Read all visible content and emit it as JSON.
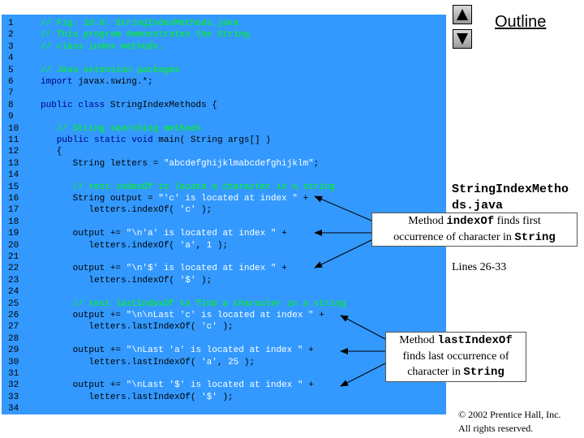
{
  "slide": {
    "outline_label": "Outline",
    "filename": "StringIndexMetho\nds.java",
    "lines_label": "Lines 26-33",
    "copyright_line1": "© 2002 Prentice Hall, Inc.",
    "copyright_line2": "All rights reserved."
  },
  "callouts": {
    "index_of": {
      "prefix": "Method ",
      "method": "indexOf",
      "suffix": " finds first",
      "line2": "occurrence of character in ",
      "mono2": "String"
    },
    "last_index_of": {
      "prefix": "Method ",
      "method": "lastIndexOf",
      "line2": "finds last occurrence of",
      "line3": "character in ",
      "mono3": "String"
    }
  },
  "nav": {
    "up_icon": "triangle-up-icon",
    "down_icon": "triangle-down-icon"
  },
  "colors": {
    "panel": "#3399ff",
    "comment": "#00ff00",
    "keyword": "#000080",
    "string": "#ffffff",
    "text": "#000000"
  },
  "code": [
    {
      "n": "1",
      "parts": [
        {
          "t": "// Fig. 10.6: StringIndexMethods.java",
          "c": "cm"
        }
      ]
    },
    {
      "n": "2",
      "parts": [
        {
          "t": "// This program demonstrates the String",
          "c": "cm"
        }
      ]
    },
    {
      "n": "3",
      "parts": [
        {
          "t": "// class index methods.",
          "c": "cm"
        }
      ]
    },
    {
      "n": "4",
      "parts": []
    },
    {
      "n": "5",
      "parts": [
        {
          "t": "// Java extension packages",
          "c": "cm"
        }
      ]
    },
    {
      "n": "6",
      "parts": [
        {
          "t": "import",
          "c": "kw"
        },
        {
          "t": " javax.swing.*;",
          "c": "tx"
        }
      ]
    },
    {
      "n": "7",
      "parts": []
    },
    {
      "n": "8",
      "parts": [
        {
          "t": "public class",
          "c": "kw"
        },
        {
          "t": " StringIndexMethods {",
          "c": "tx"
        }
      ]
    },
    {
      "n": "9",
      "parts": []
    },
    {
      "n": "10",
      "parts": [
        {
          "t": "   // String searching methods",
          "c": "cm"
        }
      ]
    },
    {
      "n": "11",
      "parts": [
        {
          "t": "   public static void",
          "c": "kw"
        },
        {
          "t": " main( String args[] )",
          "c": "tx"
        }
      ]
    },
    {
      "n": "12",
      "parts": [
        {
          "t": "   {",
          "c": "tx"
        }
      ]
    },
    {
      "n": "13",
      "parts": [
        {
          "t": "      String letters = ",
          "c": "tx"
        },
        {
          "t": "\"abcdefghijklmabcdefghijklm\"",
          "c": "st"
        },
        {
          "t": ";",
          "c": "tx"
        }
      ]
    },
    {
      "n": "14",
      "parts": []
    },
    {
      "n": "15",
      "parts": [
        {
          "t": "      // test indexOf to locate a character in a string",
          "c": "cm"
        }
      ]
    },
    {
      "n": "16",
      "parts": [
        {
          "t": "      String output = ",
          "c": "tx"
        },
        {
          "t": "\"'c' is located at index \"",
          "c": "st"
        },
        {
          "t": " +",
          "c": "tx"
        }
      ]
    },
    {
      "n": "17",
      "parts": [
        {
          "t": "         letters.indexOf( ",
          "c": "tx"
        },
        {
          "t": "'c'",
          "c": "st"
        },
        {
          "t": " );",
          "c": "tx"
        }
      ]
    },
    {
      "n": "18",
      "parts": []
    },
    {
      "n": "19",
      "parts": [
        {
          "t": "      output += ",
          "c": "tx"
        },
        {
          "t": "\"\\n'a' is located at index \"",
          "c": "st"
        },
        {
          "t": " +",
          "c": "tx"
        }
      ]
    },
    {
      "n": "20",
      "parts": [
        {
          "t": "         letters.indexOf( ",
          "c": "tx"
        },
        {
          "t": "'a'",
          "c": "st"
        },
        {
          "t": ", ",
          "c": "tx"
        },
        {
          "t": "1",
          "c": "st"
        },
        {
          "t": " );",
          "c": "tx"
        }
      ]
    },
    {
      "n": "21",
      "parts": []
    },
    {
      "n": "22",
      "parts": [
        {
          "t": "      output += ",
          "c": "tx"
        },
        {
          "t": "\"\\n'$' is located at index \"",
          "c": "st"
        },
        {
          "t": " +",
          "c": "tx"
        }
      ]
    },
    {
      "n": "23",
      "parts": [
        {
          "t": "         letters.indexOf( ",
          "c": "tx"
        },
        {
          "t": "'$'",
          "c": "st"
        },
        {
          "t": " );",
          "c": "tx"
        }
      ]
    },
    {
      "n": "24",
      "parts": []
    },
    {
      "n": "25",
      "parts": [
        {
          "t": "      // test lastIndexOf to find a character in a string",
          "c": "cm"
        }
      ]
    },
    {
      "n": "26",
      "parts": [
        {
          "t": "      output += ",
          "c": "tx"
        },
        {
          "t": "\"\\n\\nLast 'c' is located at index \"",
          "c": "st"
        },
        {
          "t": " +",
          "c": "tx"
        }
      ]
    },
    {
      "n": "27",
      "parts": [
        {
          "t": "         letters.lastIndexOf( ",
          "c": "tx"
        },
        {
          "t": "'c'",
          "c": "st"
        },
        {
          "t": " );",
          "c": "tx"
        }
      ]
    },
    {
      "n": "28",
      "parts": []
    },
    {
      "n": "29",
      "parts": [
        {
          "t": "      output += ",
          "c": "tx"
        },
        {
          "t": "\"\\nLast 'a' is located at index \"",
          "c": "st"
        },
        {
          "t": " +",
          "c": "tx"
        }
      ]
    },
    {
      "n": "30",
      "parts": [
        {
          "t": "         letters.lastIndexOf( ",
          "c": "tx"
        },
        {
          "t": "'a'",
          "c": "st"
        },
        {
          "t": ", ",
          "c": "tx"
        },
        {
          "t": "25",
          "c": "st"
        },
        {
          "t": " );",
          "c": "tx"
        }
      ]
    },
    {
      "n": "31",
      "parts": []
    },
    {
      "n": "32",
      "parts": [
        {
          "t": "      output += ",
          "c": "tx"
        },
        {
          "t": "\"\\nLast '$' is located at index \"",
          "c": "st"
        },
        {
          "t": " +",
          "c": "tx"
        }
      ]
    },
    {
      "n": "33",
      "parts": [
        {
          "t": "         letters.lastIndexOf( ",
          "c": "tx"
        },
        {
          "t": "'$'",
          "c": "st"
        },
        {
          "t": " );",
          "c": "tx"
        }
      ]
    },
    {
      "n": "34",
      "parts": []
    }
  ]
}
